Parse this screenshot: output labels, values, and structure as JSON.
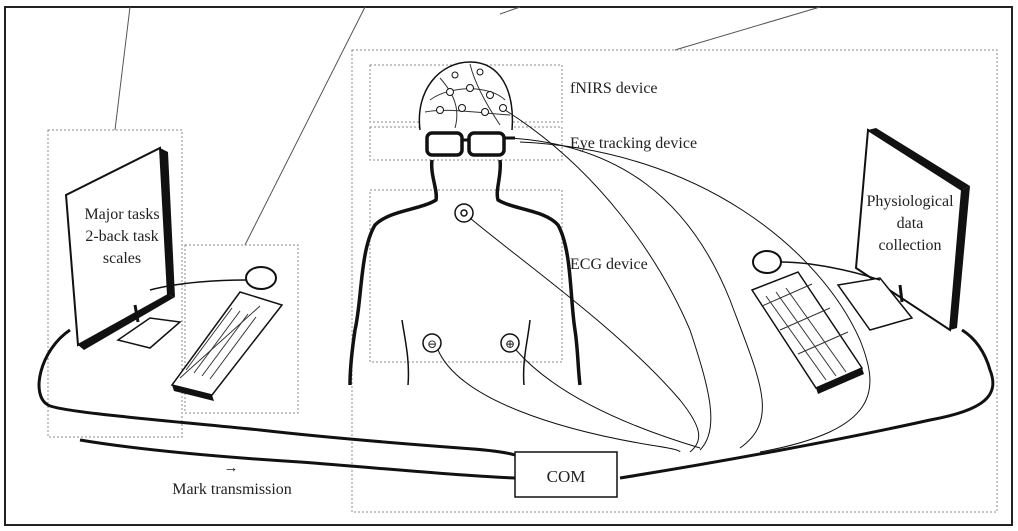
{
  "labels": {
    "fnirs": "fNIRS device",
    "eye": "Eye tracking device",
    "ecg": "ECG device",
    "left_screen": [
      "Major tasks",
      "2-back task",
      "scales"
    ],
    "right_screen": [
      "Physiological",
      "data",
      "collection"
    ],
    "com": "COM",
    "mark_arrow": "→",
    "mark": "Mark transmission",
    "electrode_pos": "⊕",
    "electrode_neg": "⊖"
  },
  "colors": {
    "ink": "#111111",
    "frame": "#222222",
    "dashed_box": "#888888"
  }
}
